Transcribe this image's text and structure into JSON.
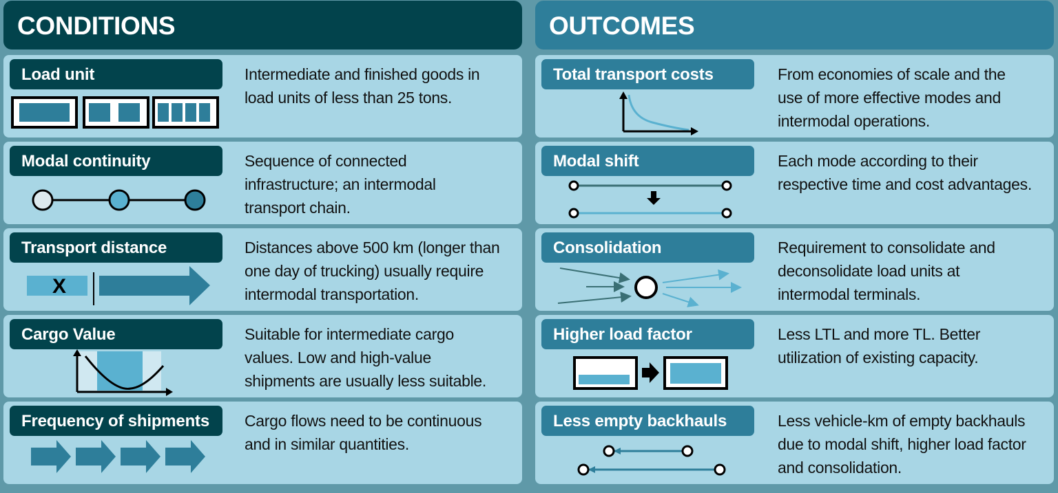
{
  "colors": {
    "background": "#5f99a8",
    "conditions_dark": "#02434c",
    "outcomes_teal": "#2e7e9a",
    "row_fill": "#a8d6e5",
    "accent_light_blue": "#5ab1d0",
    "accent_mid_blue": "#2e7e9a"
  },
  "conditions": {
    "title": "CONDITIONS",
    "items": [
      {
        "label": "Load unit",
        "icon": "load-units-icon",
        "text": [
          "Intermediate and finished goods in",
          "load units of less than 25 tons."
        ]
      },
      {
        "label": "Modal continuity",
        "icon": "connected-nodes-icon",
        "text": [
          "Sequence of connected",
          "infrastructure; an intermodal",
          "transport chain."
        ]
      },
      {
        "label": "Transport distance",
        "icon": "distance-arrow-icon",
        "icon_mark": "X",
        "text": [
          "Distances above 500 km (longer than",
          "one day of trucking) usually require",
          "intermodal transportation."
        ]
      },
      {
        "label": "Cargo Value",
        "icon": "value-curve-icon",
        "text": [
          "Suitable for intermediate cargo",
          "values. Low and high-value",
          "shipments are usually less suitable."
        ]
      },
      {
        "label": "Frequency of shipments",
        "icon": "repeated-arrows-icon",
        "text": [
          "Cargo flows need to be continuous",
          "and in similar quantities."
        ]
      }
    ]
  },
  "outcomes": {
    "title": "OUTCOMES",
    "items": [
      {
        "label": "Total transport costs",
        "icon": "decreasing-cost-curve-icon",
        "text": [
          "From economies of scale and the",
          "use of more effective modes and",
          "intermodal operations."
        ]
      },
      {
        "label": "Modal shift",
        "icon": "modal-shift-icon",
        "text": [
          "Each mode according to their",
          "respective time and cost advantages."
        ]
      },
      {
        "label": "Consolidation",
        "icon": "consolidation-hub-icon",
        "text": [
          "Requirement to consolidate and",
          "deconsolidate load units at",
          "intermodal terminals."
        ]
      },
      {
        "label": "Higher load factor",
        "icon": "load-factor-icon",
        "text": [
          "Less LTL and more TL. Better",
          "utilization of existing capacity."
        ]
      },
      {
        "label": "Less empty backhauls",
        "icon": "backhaul-arrows-icon",
        "text": [
          "Less vehicle-km of empty backhauls",
          "due to modal shift, higher load factor",
          "and consolidation."
        ]
      }
    ]
  }
}
